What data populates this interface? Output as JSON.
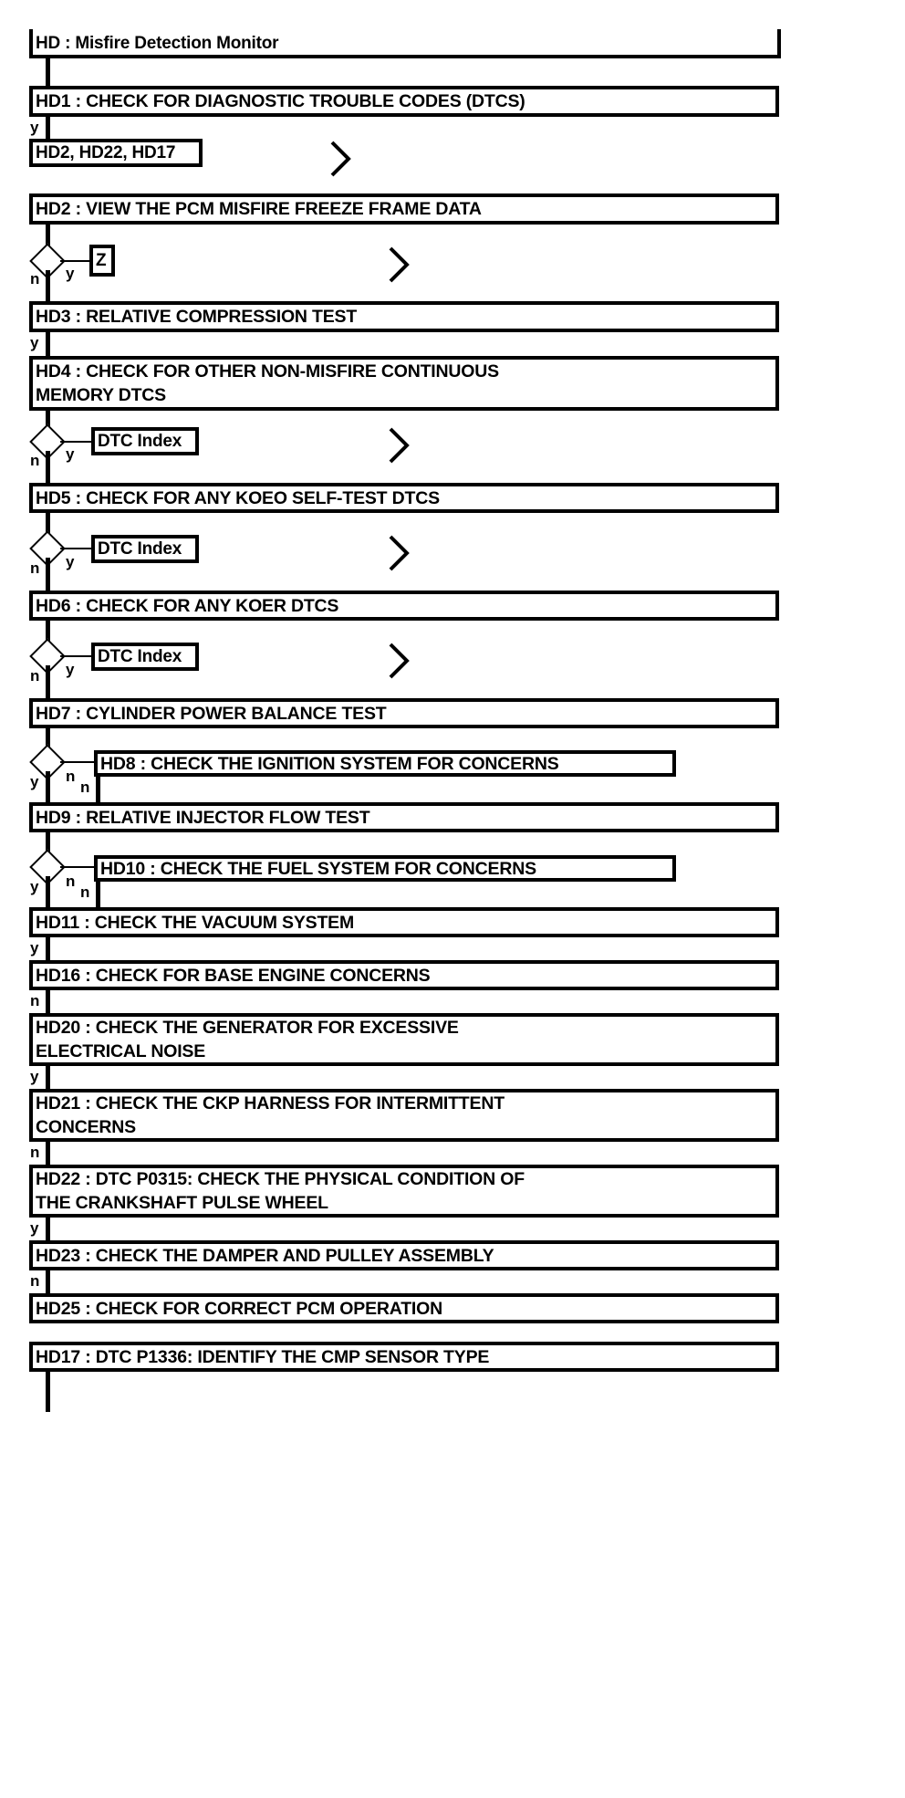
{
  "diagram": {
    "title": "HD : Misfire Detection Monitor",
    "type": "flowchart",
    "background_color": "#ffffff",
    "line_color": "#000000",
    "header": {
      "label": "HD : Misfire Detection Monitor"
    },
    "nodes": [
      {
        "id": "HD1",
        "label": "HD1 : CHECK FOR DIAGNOSTIC TROUBLE CODES (DTCS)"
      },
      {
        "id": "REF1",
        "label": "HD2, HD22, HD17"
      },
      {
        "id": "HD2",
        "label": "HD2 : VIEW THE PCM MISFIRE FREEZE FRAME DATA"
      },
      {
        "id": "Z",
        "label": "Z"
      },
      {
        "id": "HD3",
        "label": "HD3 : RELATIVE COMPRESSION TEST"
      },
      {
        "id": "HD4",
        "label": "HD4 : CHECK FOR OTHER NON-MISFIRE CONTINUOUS\nMEMORY DTCS"
      },
      {
        "id": "IDX1",
        "label": "DTC Index"
      },
      {
        "id": "HD5",
        "label": "HD5 : CHECK FOR ANY KOEO SELF-TEST DTCS"
      },
      {
        "id": "IDX2",
        "label": "DTC Index"
      },
      {
        "id": "HD6",
        "label": "HD6 : CHECK FOR ANY KOER DTCS"
      },
      {
        "id": "IDX3",
        "label": "DTC Index"
      },
      {
        "id": "HD7",
        "label": "HD7 : CYLINDER POWER BALANCE TEST"
      },
      {
        "id": "HD8",
        "label": "HD8 : CHECK THE IGNITION SYSTEM FOR CONCERNS"
      },
      {
        "id": "HD9",
        "label": "HD9 : RELATIVE INJECTOR FLOW TEST"
      },
      {
        "id": "HD10",
        "label": "HD10 : CHECK THE FUEL SYSTEM FOR CONCERNS"
      },
      {
        "id": "HD11",
        "label": "HD11 : CHECK THE VACUUM SYSTEM"
      },
      {
        "id": "HD16",
        "label": "HD16 : CHECK FOR BASE ENGINE CONCERNS"
      },
      {
        "id": "HD20",
        "label": "HD20 : CHECK THE GENERATOR FOR EXCESSIVE\nELECTRICAL NOISE"
      },
      {
        "id": "HD21",
        "label": "HD21 : CHECK THE CKP HARNESS FOR INTERMITTENT\nCONCERNS"
      },
      {
        "id": "HD22",
        "label": "HD22 : DTC P0315: CHECK THE PHYSICAL CONDITION OF\nTHE CRANKSHAFT PULSE WHEEL"
      },
      {
        "id": "HD23",
        "label": "HD23 : CHECK THE DAMPER AND PULLEY ASSEMBLY"
      },
      {
        "id": "HD25",
        "label": "HD25 : CHECK FOR CORRECT PCM OPERATION"
      },
      {
        "id": "HD17",
        "label": "HD17 : DTC P1336: IDENTIFY THE CMP SENSOR TYPE"
      }
    ],
    "edge_labels": {
      "hd1_y": "y",
      "hd2_n": "n",
      "hd2_y": "y",
      "hd3_y": "y",
      "hd4_n": "n",
      "hd4_y": "y",
      "hd5_n": "n",
      "hd5_y": "y",
      "hd6_n": "n",
      "hd6_y": "y",
      "hd7_y": "y",
      "hd7_n": "n",
      "hd8_n": "n",
      "hd9_y": "y",
      "hd9_n": "n",
      "hd10_n": "n",
      "hd11_y": "y",
      "hd16_n": "n",
      "hd20_y": "y",
      "hd21_n": "n",
      "hd22_y": "y",
      "hd23_n": "n"
    },
    "offpage_connectors": [
      {
        "id": "conn-1",
        "glyph": ">"
      },
      {
        "id": "conn-2",
        "glyph": ">"
      },
      {
        "id": "conn-3",
        "glyph": ">"
      },
      {
        "id": "conn-4",
        "glyph": ">"
      },
      {
        "id": "conn-5",
        "glyph": ">"
      }
    ]
  }
}
